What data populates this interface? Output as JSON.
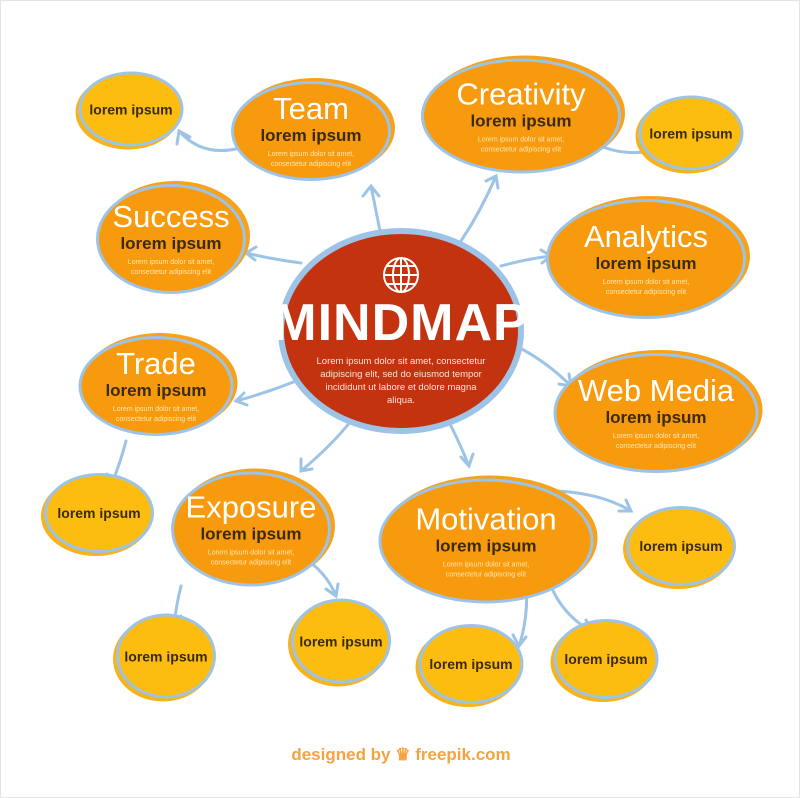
{
  "center": {
    "title": "MINDMAP",
    "icon": "globe-icon",
    "desc": "Lorem ipsum dolor sit amet, consectetur adipiscing elit, sed do eiusmod tempor incididunt ut labore et dolore magna aliqua."
  },
  "nodes": [
    {
      "title": "Team",
      "sub": "lorem ipsum",
      "desc": "Lorem ipsum dolor sit amet, consectetur adipiscing elit"
    },
    {
      "title": "Creativity",
      "sub": "lorem ipsum",
      "desc": "Lorem ipsum dolor sit amet, consectetur adipiscing elit"
    },
    {
      "title": "Success",
      "sub": "lorem ipsum",
      "desc": "Lorem ipsum dolor sit amet, consectetur adipiscing elit"
    },
    {
      "title": "Analytics",
      "sub": "lorem ipsum",
      "desc": "Lorem ipsum dolor sit amet, consectetur adipiscing elit"
    },
    {
      "title": "Trade",
      "sub": "lorem ipsum",
      "desc": "Lorem ipsum dolor sit amet, consectetur adipiscing elit"
    },
    {
      "title": "Web Media",
      "sub": "lorem ipsum",
      "desc": "Lorem ipsum dolor sit amet, consectetur adipiscing elit"
    },
    {
      "title": "Exposure",
      "sub": "lorem ipsum",
      "desc": "Lorem ipsum dolor sit amet, consectetur adipiscing elit"
    },
    {
      "title": "Motivation",
      "sub": "lorem ipsum",
      "desc": "Lorem ipsum dolor sit amet, consectetur adipiscing elit"
    }
  ],
  "small": [
    "lorem ipsum",
    "lorem ipsum",
    "lorem ipsum",
    "lorem ipsum",
    "lorem ipsum",
    "lorem ipsum",
    "lorem ipsum",
    "lorem ipsum"
  ],
  "footer": {
    "prefix": "designed by",
    "brand": "freepik.com"
  },
  "colors": {
    "orange": "#F79A0E",
    "yellow": "#FDBD10",
    "red": "#C3330F",
    "outline": "#9DC3E6"
  }
}
